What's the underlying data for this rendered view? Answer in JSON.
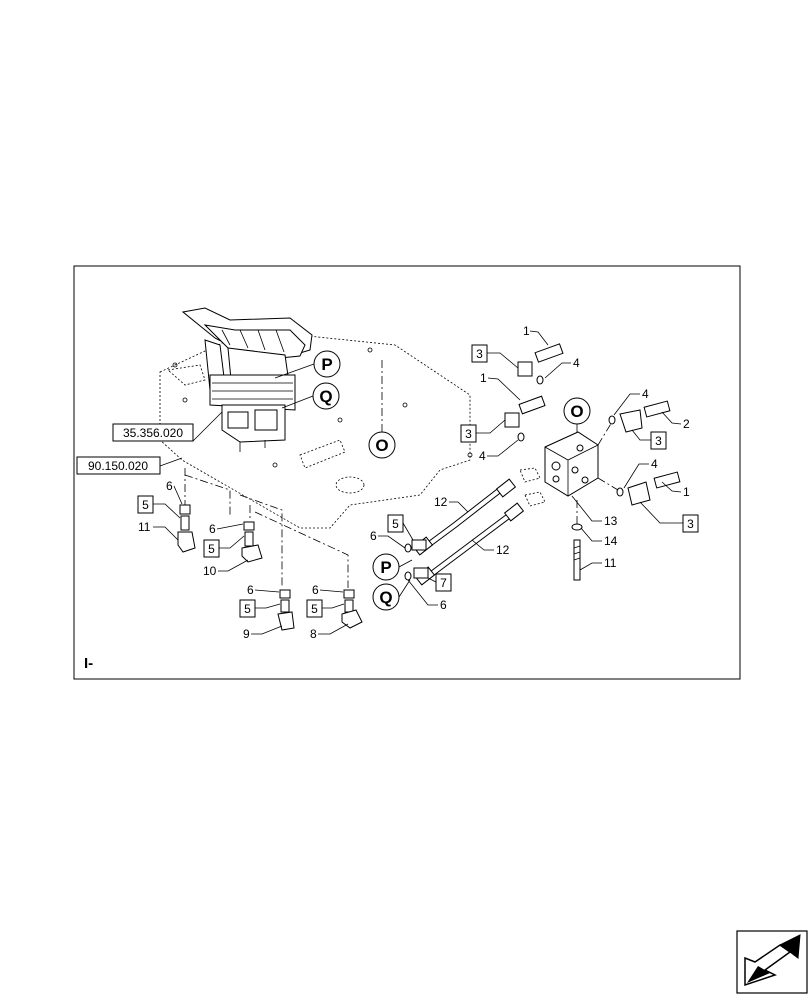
{
  "frame": {
    "section_mark": "I-"
  },
  "references": {
    "ref_a": "35.356.020",
    "ref_b": "90.150.020"
  },
  "callouts": {
    "o": "O",
    "p": "P",
    "q": "Q"
  },
  "labels": {
    "l1": "1",
    "l2": "1",
    "l3": "1",
    "l4": "2",
    "l5": "4",
    "l6": "4",
    "l7": "4",
    "l8": "4",
    "l9": "6",
    "l10": "6",
    "l11": "6",
    "l12": "6",
    "l13": "6",
    "l14": "6",
    "l15": "11",
    "l16": "11",
    "l17": "10",
    "l18": "9",
    "l19": "8",
    "l20": "12",
    "l21": "12",
    "l22": "13",
    "l23": "14"
  },
  "boxed_labels": {
    "b1": "3",
    "b2": "3",
    "b3": "3",
    "b4": "3",
    "b5": "5",
    "b6": "5",
    "b7": "5",
    "b8": "5",
    "b9": "5",
    "b10": "7"
  }
}
